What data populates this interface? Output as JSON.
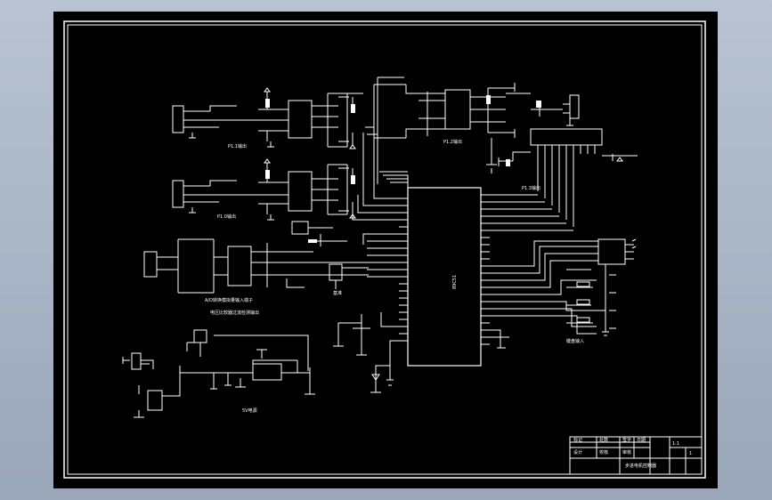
{
  "schematic": {
    "labels": {
      "p1_1": "P1.1输出",
      "p1_0": "P1.0输出",
      "p1_2": "P1.2输出",
      "p1_3": "P1.3输出",
      "ad_note_1": "A/D转换模拟量输入端子",
      "ad_note_2": "电压比较器过流检测输出",
      "mcu": "89C51",
      "ref": "基准",
      "keys": "键盘输入",
      "power": "5V电源"
    }
  },
  "title_block": {
    "drawing_title": "步进电机控制器",
    "sheet": "1",
    "scale": "1:1",
    "row1": [
      "标记",
      "处数",
      "签字",
      "日期"
    ],
    "row2": [
      "设计",
      "校核",
      "审核"
    ]
  },
  "colors": {
    "sheet_background": "#000000",
    "line": "#ffffff",
    "page_background": "#a9b4c5"
  }
}
